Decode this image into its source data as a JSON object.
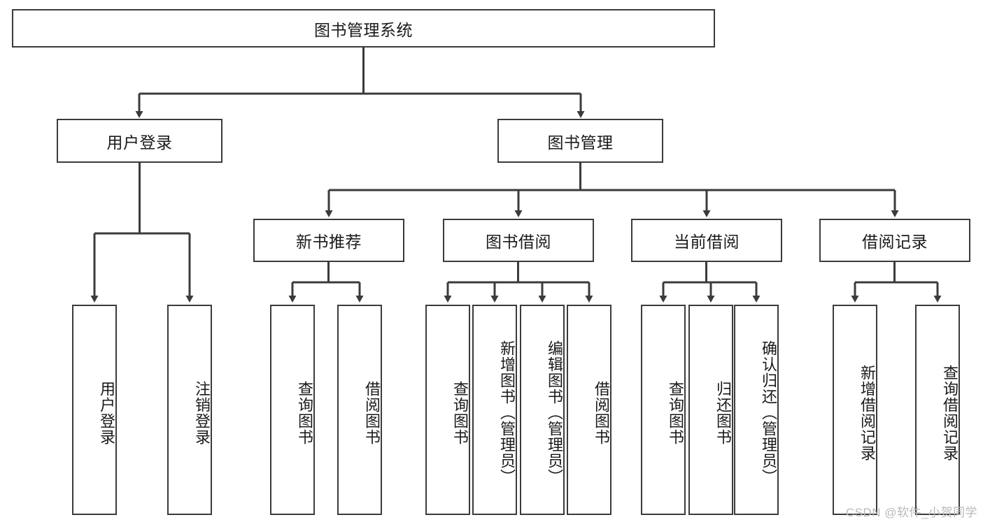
{
  "diagram": {
    "title": "图书管理系统",
    "type": "tree-hierarchy-diagram",
    "colors": {
      "box_border": "#3b3b3b",
      "box_fill": "#ffffff",
      "connector": "#3b3b3b",
      "background": "#ffffff",
      "watermark": "#b9b9b9"
    },
    "root": {
      "id": "root",
      "label": "图书管理系统",
      "orientation": "horizontal"
    },
    "level2": [
      {
        "id": "user-login",
        "label": "用户登录",
        "orientation": "horizontal"
      },
      {
        "id": "book-management",
        "label": "图书管理",
        "orientation": "horizontal"
      }
    ],
    "level3": [
      {
        "id": "new-book-recommend",
        "label": "新书推荐",
        "orientation": "horizontal"
      },
      {
        "id": "book-borrow",
        "label": "图书借阅",
        "orientation": "horizontal"
      },
      {
        "id": "current-borrow",
        "label": "当前借阅",
        "orientation": "horizontal"
      },
      {
        "id": "borrow-record",
        "label": "借阅记录",
        "orientation": "horizontal"
      }
    ],
    "leaves": {
      "user_login": [
        {
          "id": "leaf-user-login",
          "label": "用户登录"
        },
        {
          "id": "leaf-logout",
          "label": "注销登录"
        }
      ],
      "new_book_recommend": [
        {
          "id": "leaf-query-book-1",
          "label": "查询图书"
        },
        {
          "id": "leaf-borrow-book-1",
          "label": "借阅图书"
        }
      ],
      "book_borrow": [
        {
          "id": "leaf-query-book-2",
          "label": "查询图书"
        },
        {
          "id": "leaf-add-book",
          "label": "新增图书（管理员）"
        },
        {
          "id": "leaf-edit-book",
          "label": "编辑图书（管理员）"
        },
        {
          "id": "leaf-borrow-book-2",
          "label": "借阅图书"
        }
      ],
      "current_borrow": [
        {
          "id": "leaf-query-book-3",
          "label": "查询图书"
        },
        {
          "id": "leaf-return-book",
          "label": "归还图书"
        },
        {
          "id": "leaf-confirm-return",
          "label": "确认归还（管理员）"
        }
      ],
      "borrow_record": [
        {
          "id": "leaf-add-record",
          "label": "新增借阅记录"
        },
        {
          "id": "leaf-query-record",
          "label": "查询借阅记录"
        }
      ]
    }
  },
  "watermark": {
    "text": "CSDN @软件_小贺同学"
  }
}
